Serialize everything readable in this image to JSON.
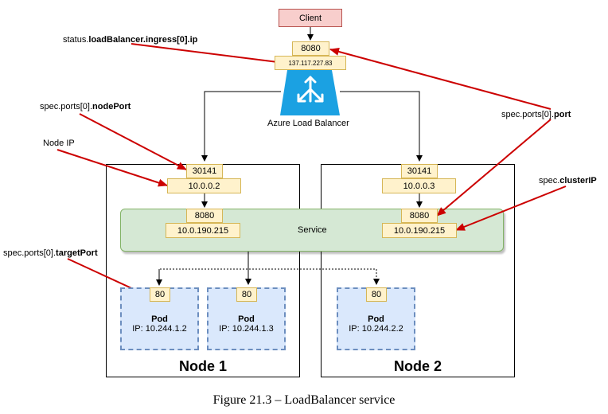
{
  "client": "Client",
  "lb": {
    "port": "8080",
    "ip": "137.117.227.83",
    "name": "Azure Load Balancer",
    "icon": "load-balancer-icon"
  },
  "annotations": {
    "ingress_prefix": "status.",
    "ingress_bold": "loadBalancer.ingress[0].ip",
    "nodeport_prefix": "spec.ports[0].",
    "nodeport_bold": "nodePort",
    "nodeip": "Node IP",
    "port_prefix": "spec.ports[0].",
    "port_bold": "port",
    "clusterip_prefix": "spec.",
    "clusterip_bold": "clusterIP",
    "targetport_prefix": "spec.ports[0].",
    "targetport_bold": "targetPort"
  },
  "service": {
    "label": "Service",
    "left_port": "8080",
    "left_ip": "10.0.190.215",
    "right_port": "8080",
    "right_ip": "10.0.190.215"
  },
  "node1": {
    "title": "Node 1",
    "node_port": "30141",
    "ip": "10.0.0.2",
    "pods": [
      {
        "port": "80",
        "title": "Pod",
        "ip": "IP: 10.244.1.2"
      },
      {
        "port": "80",
        "title": "Pod",
        "ip": "IP: 10.244.1.3"
      }
    ]
  },
  "node2": {
    "title": "Node 2",
    "node_port": "30141",
    "ip": "10.0.0.3",
    "pods": [
      {
        "port": "80",
        "title": "Pod",
        "ip": "IP: 10.244.2.2"
      }
    ]
  },
  "caption": "Figure 21.3 – LoadBalancer service",
  "colors": {
    "arrow_red": "#cc0000",
    "client_fill": "#f8cecc",
    "port_fill": "#fff2cc",
    "service_fill": "#d5e8d4",
    "pod_fill": "#dae8fc",
    "lb_blue": "#1ba1e2"
  }
}
